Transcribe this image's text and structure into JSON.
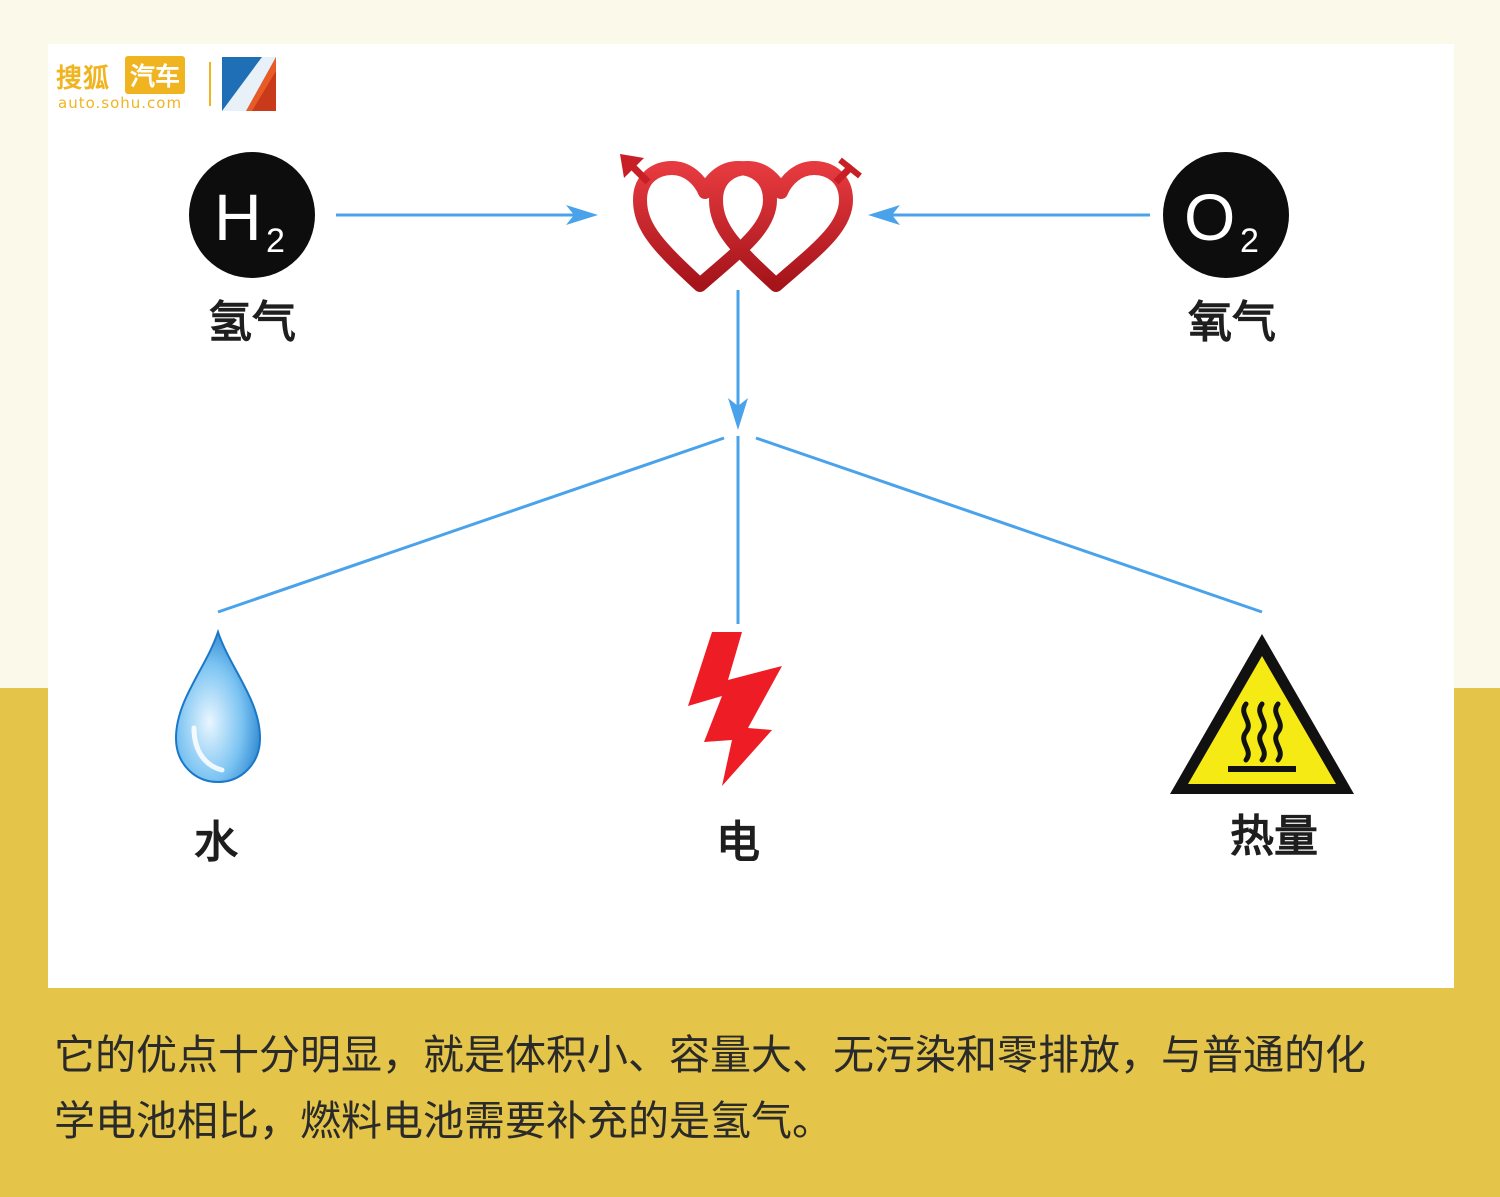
{
  "logo": {
    "brand": "搜狐",
    "section": "汽车",
    "url": "auto.sohu.com"
  },
  "diagram": {
    "inputs": [
      {
        "formula_main": "H",
        "formula_sub": "2",
        "label": "氢气"
      },
      {
        "formula_main": "O",
        "formula_sub": "2",
        "label": "氧气"
      }
    ],
    "center_icon": "interlocked-hearts-gender-icon",
    "outputs": [
      {
        "label": "水",
        "icon": "water-drop-icon"
      },
      {
        "label": "电",
        "icon": "lightning-bolt-icon"
      },
      {
        "label": "热量",
        "icon": "hot-surface-warning-icon"
      }
    ]
  },
  "caption": {
    "line1": "它的优点十分明显，就是体积小、容量大、无污染和零排放，与普通的化",
    "line2": "学电池相比，燃料电池需要补充的是氢气。"
  },
  "colors": {
    "background": "#fbf9ea",
    "band": "#e4c449",
    "arrow": "#4aa3ea",
    "heart": "#d2232a",
    "bolt": "#ee1c25",
    "warning": "#f6ea14"
  }
}
